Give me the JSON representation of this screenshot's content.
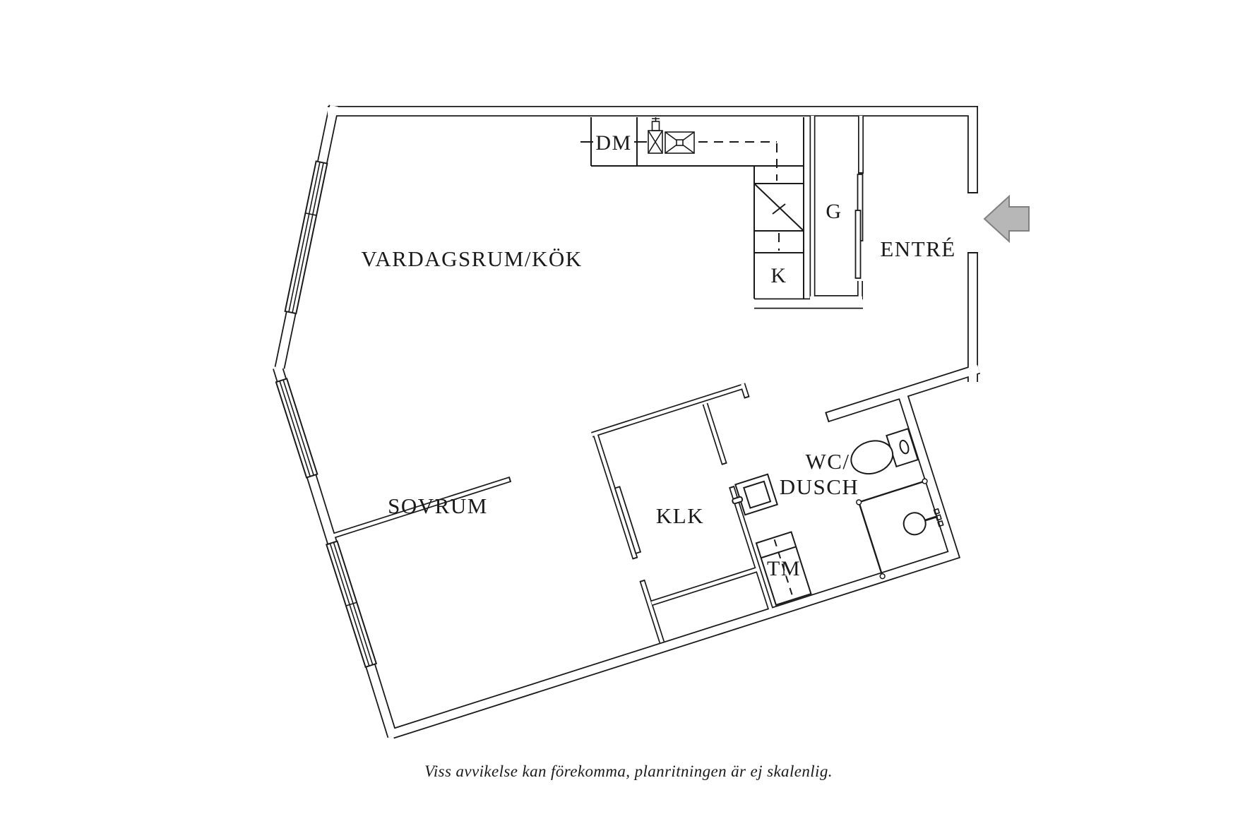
{
  "floorplan": {
    "rooms": {
      "living": "VARDAGSRUM/KÖK",
      "bedroom": "SOVRUM",
      "closet": "KLK",
      "wc_line1": "WC/",
      "wc_line2": "DUSCH",
      "entry": "ENTRÉ",
      "wardrobe": "G",
      "fridge": "K",
      "dishwasher": "DM",
      "washer": "TM"
    },
    "caption": "Viss avvikelse kan förekomma, planritningen är ej skalenlig.",
    "colors": {
      "line": "#1a1a1a",
      "arrow_fill": "#b7b7b7",
      "arrow_stroke": "#818181",
      "background": "#ffffff"
    }
  }
}
